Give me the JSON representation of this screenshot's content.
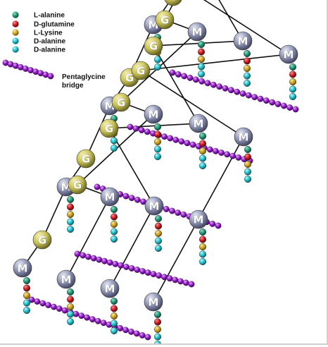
{
  "legend": {
    "items": [
      {
        "label": "L-alanine",
        "color": "#1f8f70"
      },
      {
        "label": "D-glutamine",
        "color": "#c0151b"
      },
      {
        "label": "L-Lysine",
        "color": "#c49a1c"
      },
      {
        "label": "D-alanine",
        "color": "#17b9c4"
      },
      {
        "label": "D-alanine",
        "color": "#17b9c4"
      }
    ],
    "bridge_label_1": "Pentaglycine",
    "bridge_label_2": "bridge",
    "bridge_color": "#8a12bf"
  },
  "nodes": {
    "g_label": "G",
    "m_label": "M",
    "g_color": "#c9c25a",
    "m_color": "#8f94b5"
  },
  "colors": {
    "strand": "#111111",
    "bridge_line": "#6a0d93"
  }
}
